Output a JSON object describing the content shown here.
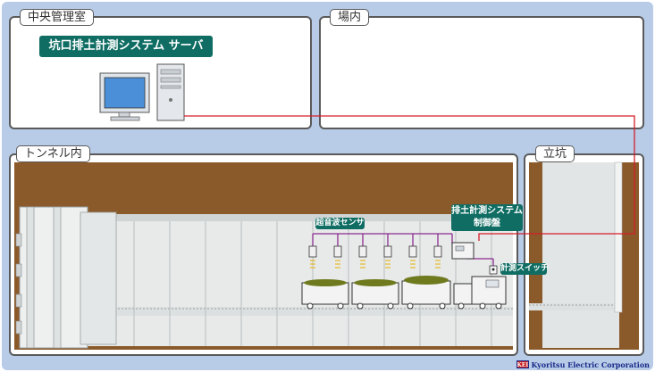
{
  "panels": {
    "control_room": "中央管理室",
    "site": "場内",
    "tunnel": "トンネル内",
    "shaft": "立坑"
  },
  "server_label": "坑口排土計測システム サーバ",
  "callouts": {
    "control_panel": [
      "排土計測システム",
      "制御盤"
    ],
    "sensor": "超音波センサ",
    "switch": "計測スイッチ"
  },
  "company": "Kyoritsu Electric Corporation",
  "company_mark": "KEI",
  "colors": {
    "background": "#b8cce8",
    "accent": "#0f6d63",
    "earth": "#8b5a2b",
    "cable": "#d41e2a",
    "sensor_wire": "#8a2b8f"
  }
}
